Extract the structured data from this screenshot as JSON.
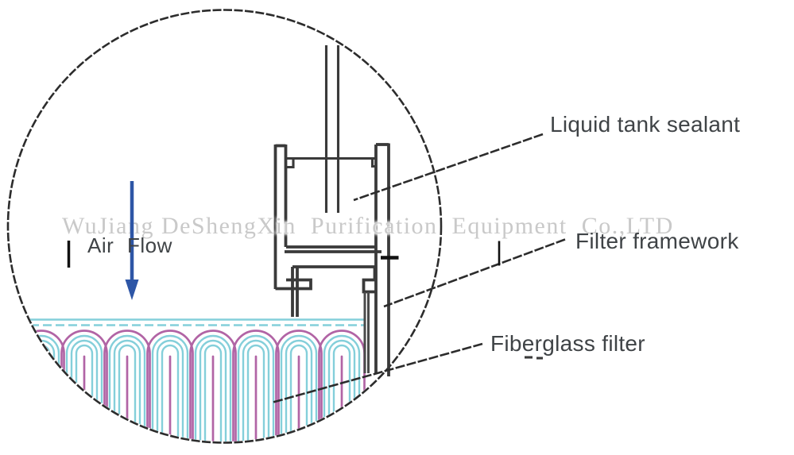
{
  "diagram": {
    "labels": {
      "liquid_tank_sealant": "Liquid tank sealant",
      "filter_framework": "Filter framework",
      "fiberglass_filter": "Fiberglass filter",
      "air_flow": "Air Flow"
    },
    "watermark": "WuJiang DeShengXin  Purification  Equipment  Co.,LTD",
    "colors": {
      "line": "#3a3a3a",
      "line_soft": "#4a4a4a",
      "tick": "#111111",
      "leader": "#2c2c2c",
      "label_text": "#3f4346",
      "watermark_text": "#c9c9c9",
      "arrow_blue": "#2e56a6",
      "media_magenta": "#b164a5",
      "media_cyan": "#84cfda"
    }
  }
}
